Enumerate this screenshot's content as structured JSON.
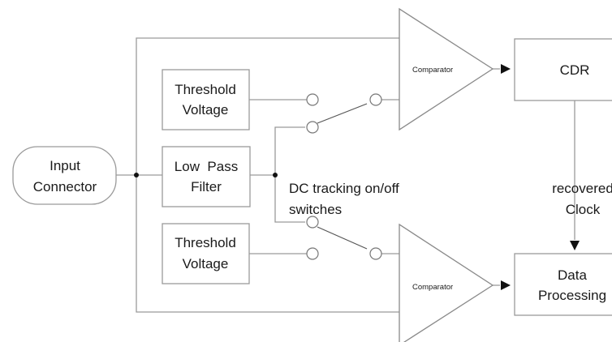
{
  "colors": {
    "background": "#ffffff",
    "line": "#9a9a9a",
    "text": "#1a1a1a",
    "arrow": "#111111"
  },
  "input_connector": {
    "line1": "Input",
    "line2": "Connector"
  },
  "threshold_top": {
    "line1": "Threshold",
    "line2": "Voltage"
  },
  "low_pass_filter": {
    "line1": "Low  Pass",
    "line2": "Filter"
  },
  "threshold_bottom": {
    "line1": "Threshold",
    "line2": "Voltage"
  },
  "comparator_top": {
    "label": "Comparator"
  },
  "comparator_bottom": {
    "label": "Comparator"
  },
  "cdr": {
    "label": "CDR"
  },
  "data_processing": {
    "line1": "Data",
    "line2": "Processing"
  },
  "switch_note": {
    "line1": "DC tracking on/off",
    "line2": "switches"
  },
  "recovered_clock": {
    "line1": "recovered",
    "line2": "Clock"
  }
}
